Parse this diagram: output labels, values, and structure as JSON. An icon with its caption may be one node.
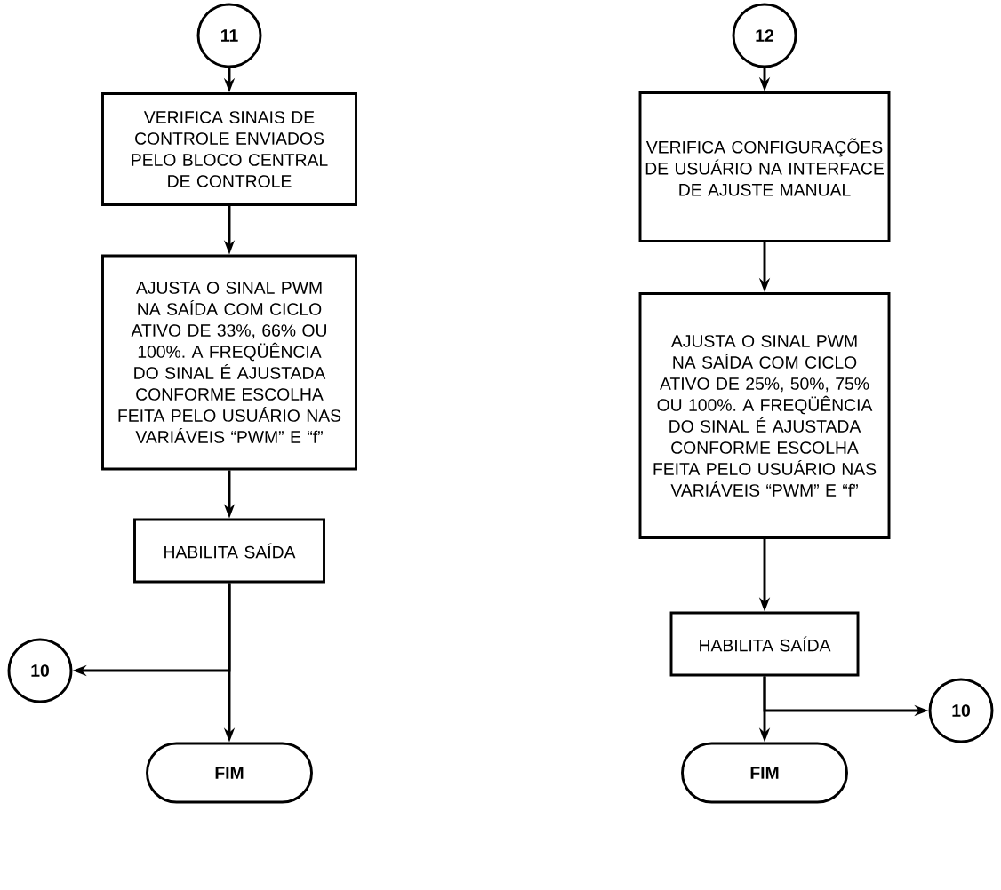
{
  "diagram": {
    "nodes": [
      {
        "text": [
          "11"
        ]
      },
      {
        "text": [
          "VERIFICA SINAIS DE CONTROLE ENVIADOS PELO BLOCO CENTRAL DE CONTROLE"
        ]
      },
      {
        "text": [
          "AJUSTA O SINAL PWM NA SAÍDA COM CICLO ATIVO DE 33%, 66% OU 100%. A FREQÜÊNCIA DO SINAL É AJUSTADA CONFORME ESCOLHA FEITA PELO USUÁRIO NAS VARIÁVEIS “PWM” E “f”"
        ]
      },
      {
        "text": [
          "HABILITA SAÍDA"
        ]
      },
      {
        "text": [
          "10"
        ]
      },
      {
        "text": [
          "FIM"
        ]
      },
      {
        "text": [
          "12"
        ]
      },
      {
        "text": [
          "VERIFICA CONFIGURAÇÕES DE USUÁRIO NA INTERFACE DE AJUSTE MANUAL"
        ]
      },
      {
        "text": [
          "AJUSTA O SINAL PWM NA SAÍDA COM CICLO ATIVO DE 25%, 50%, 75% OU 100%. A FREQÜÊNCIA DO SINAL É AJUSTADA CONFORME ESCOLHA FEITA PELO USUÁRIO NAS VARIÁVEIS “PWM” E “f”"
        ]
      },
      {
        "text": [
          "HABILITA SAÍDA"
        ]
      },
      {
        "text": [
          "10"
        ]
      },
      {
        "text": [
          "FIM"
        ]
      }
    ],
    "edges": [
      {
        "from": 0,
        "to": 1,
        "arrow": "to"
      },
      {
        "from": 1,
        "to": 2,
        "arrow": "to"
      },
      {
        "from": 2,
        "to": 3,
        "arrow": "to"
      },
      {
        "from": 3,
        "to": 4,
        "arrow": "to"
      },
      {
        "from": 3,
        "to": 5,
        "arrow": "to"
      },
      {
        "from": 6,
        "to": 7,
        "arrow": "to"
      },
      {
        "from": 7,
        "to": 8,
        "arrow": "to"
      },
      {
        "from": 8,
        "to": 9,
        "arrow": "to"
      },
      {
        "from": 9,
        "to": 10,
        "arrow": "to"
      },
      {
        "from": 9,
        "to": 11,
        "arrow": "to"
      }
    ]
  }
}
